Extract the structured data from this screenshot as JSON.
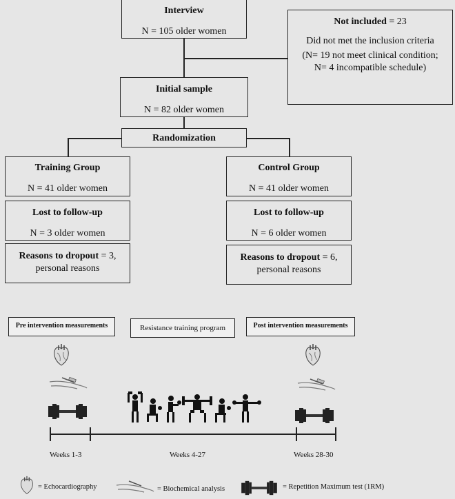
{
  "flow": {
    "interview": {
      "title": "Interview",
      "value": "N = 105 older women"
    },
    "not_included": {
      "title": "Not included",
      "count": " = 23",
      "reason": "Did not met the inclusion criteria",
      "detail1": "(N= 19 not meet clinical condition;",
      "detail2": "N= 4 incompatible schedule)"
    },
    "initial": {
      "title": "Initial sample",
      "value": "N = 82 older women"
    },
    "randomization": {
      "title": "Randomization"
    },
    "training": {
      "group_title": "Training Group",
      "group_value": "N = 41 older women",
      "lost_title": "Lost to follow-up",
      "lost_value": "N = 3 older women",
      "reasons_title": "Reasons to dropout",
      "reasons_count": " = 3,",
      "reasons_text": "personal reasons"
    },
    "control": {
      "group_title": "Control Group",
      "group_value": "N = 41 older women",
      "lost_title": "Lost to follow-up",
      "lost_value": "N = 6 older women",
      "reasons_title": "Reasons to dropout",
      "reasons_count": " = 6,",
      "reasons_text": "personal reasons"
    }
  },
  "timeline": {
    "pre": "Pre intervention  measurements",
    "program": "Resistance  training  program",
    "post": "Post intervention  measurements",
    "weeks1": "Weeks 1-3",
    "weeks2": "Weeks 4-27",
    "weeks3": "Weeks 28-30"
  },
  "legend": {
    "echo": "= Echocardiography",
    "bio": "= Biochemical analysis",
    "rm": "= Repetition Maximum test (1RM)"
  },
  "icons": [
    "heart-icon",
    "syringe-arm-icon",
    "dumbbell-icon",
    "exercise-figures-icon"
  ]
}
